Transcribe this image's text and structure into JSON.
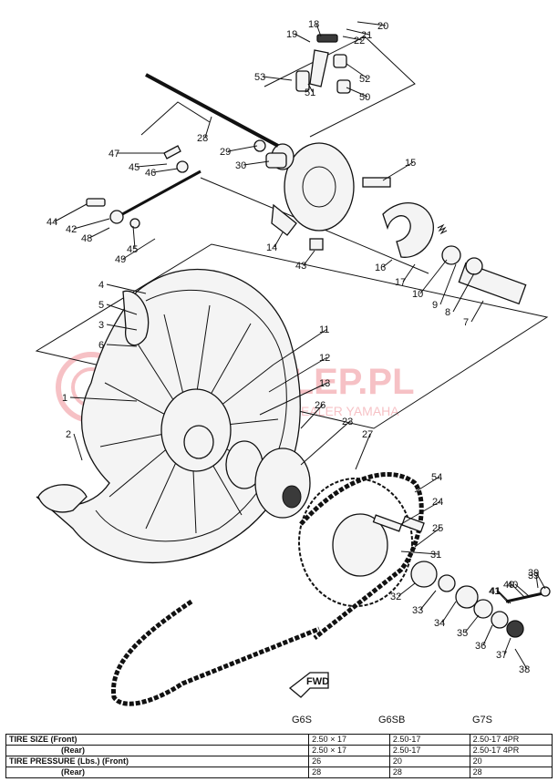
{
  "watermark": {
    "brand": "YAMASKLEP.PL",
    "tagline": "AUTHORIZED DEALER YAMAHA",
    "accent": "#e8505b"
  },
  "fwd_label": "FWD",
  "callouts": [
    "1",
    "2",
    "3",
    "4",
    "5",
    "6",
    "7",
    "8",
    "9",
    "10",
    "11",
    "12",
    "13",
    "14",
    "15",
    "16",
    "17",
    "18",
    "19",
    "20",
    "21",
    "22",
    "23",
    "24",
    "25",
    "26",
    "27",
    "28",
    "29",
    "30",
    "31",
    "32",
    "33",
    "34",
    "35",
    "36",
    "37",
    "38",
    "39",
    "40",
    "41",
    "42",
    "43",
    "44",
    "45",
    "45",
    "46",
    "47",
    "48",
    "49",
    "50",
    "51",
    "52",
    "53",
    "54",
    "39",
    "40",
    "41"
  ],
  "models": [
    "G6S",
    "G6SB",
    "G7S"
  ],
  "spec_table": {
    "rows": [
      {
        "label": "TIRE SIZE (Front)",
        "values": [
          "2.50 × 17",
          "2.50-17",
          "2.50-17  4PR"
        ]
      },
      {
        "label": "(Rear)",
        "values": [
          "2.50 × 17",
          "2.50-17",
          "2.50-17  4PR"
        ]
      },
      {
        "label": "TIRE PRESSURE (Lbs.) (Front)",
        "values": [
          "26",
          "20",
          "20"
        ]
      },
      {
        "label": "(Rear)",
        "values": [
          "28",
          "28",
          "28"
        ]
      }
    ]
  }
}
